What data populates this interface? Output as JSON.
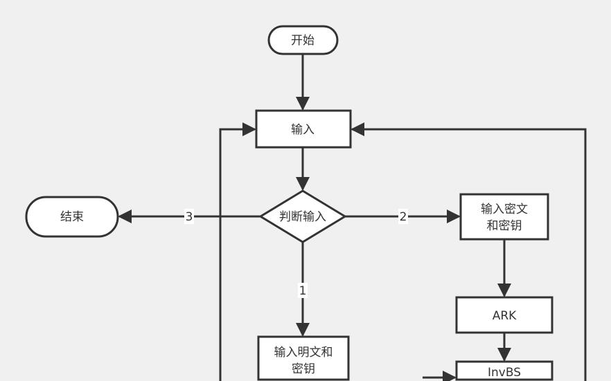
{
  "nodes": {
    "start": "开始",
    "input": "输入",
    "decision": "判断输入",
    "end": "结束",
    "cipher_input_line1": "输入密文",
    "cipher_input_line2": "和密钥",
    "ark": "ARK",
    "invbs": "InvBS",
    "plain_input_line1": "输入明文和",
    "plain_input_line2": "密钥"
  },
  "edges": {
    "to_end": "3",
    "to_cipher": "2",
    "to_plain": "1"
  }
}
